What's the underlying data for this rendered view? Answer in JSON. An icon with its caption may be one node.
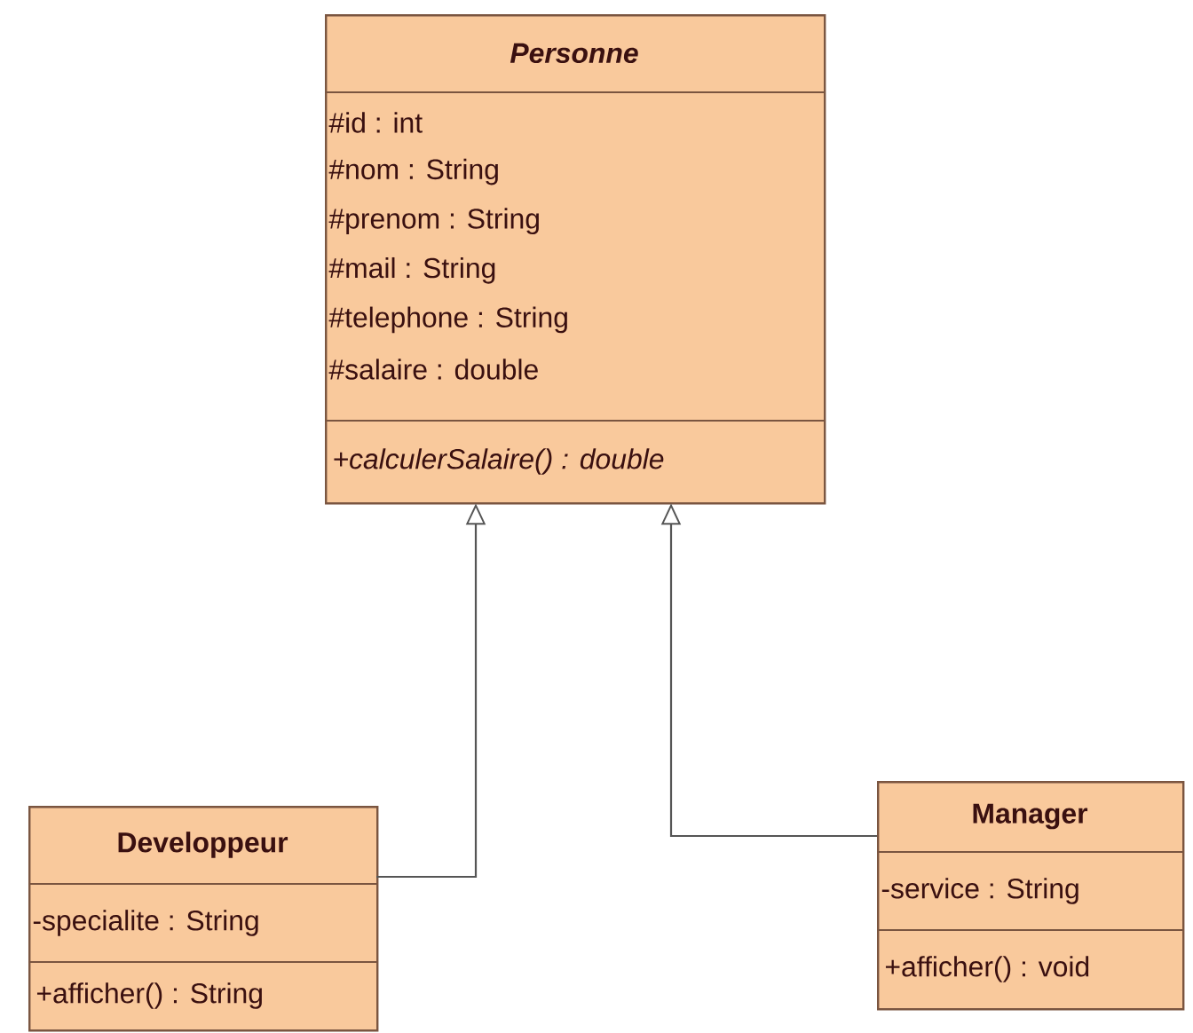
{
  "diagram": {
    "nodes": [
      {
        "text": [
          "Personne",
          "#id : int",
          "#nom : String",
          "#prenom : String",
          "#mail : String",
          "#telephone : String",
          "#salaire : double",
          "+calculerSalaire() : double"
        ]
      },
      {
        "text": [
          "Developpeur",
          "-specialite : String",
          "+afficher() : String"
        ]
      },
      {
        "text": [
          "Manager",
          "-service : String",
          "+afficher() : void"
        ]
      }
    ],
    "edges": [
      {
        "from": 1,
        "to": 0,
        "arrow": "to"
      },
      {
        "from": 2,
        "to": 0,
        "arrow": "to"
      }
    ]
  }
}
